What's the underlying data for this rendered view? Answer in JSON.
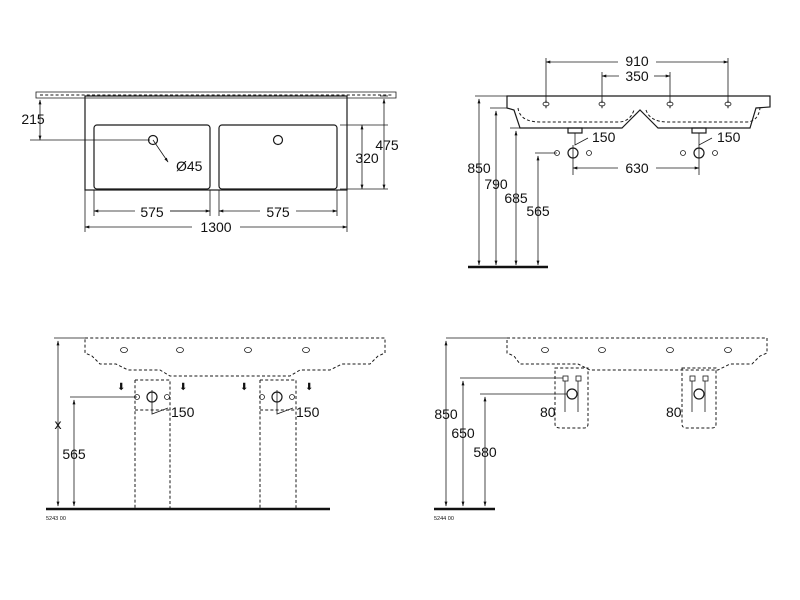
{
  "views": {
    "top": {
      "dim_left_depth": "215",
      "dim_basin_height": "320",
      "dim_total_depth": "475",
      "dim_hole_dia": "Ø45",
      "dim_basin_left": "575",
      "dim_basin_right": "575",
      "dim_total_width": "1300"
    },
    "front": {
      "dim_outer": "910",
      "dim_inner": "350",
      "dim_drain_left": "150",
      "dim_drain_right": "150",
      "dim_drain_spacing": "630",
      "dim_h_850": "850",
      "dim_h_790": "790",
      "dim_h_685": "685",
      "dim_h_565": "565"
    },
    "install_left": {
      "dim_x": "x",
      "dim_h_565": "565",
      "dim_drain_left": "150",
      "dim_drain_right": "150",
      "ref_code": "5243 00"
    },
    "install_right": {
      "dim_h_850": "850",
      "dim_h_650": "650",
      "dim_h_580": "580",
      "dim_trap_left": "80",
      "dim_trap_right": "80",
      "ref_code": "5244 00"
    }
  }
}
